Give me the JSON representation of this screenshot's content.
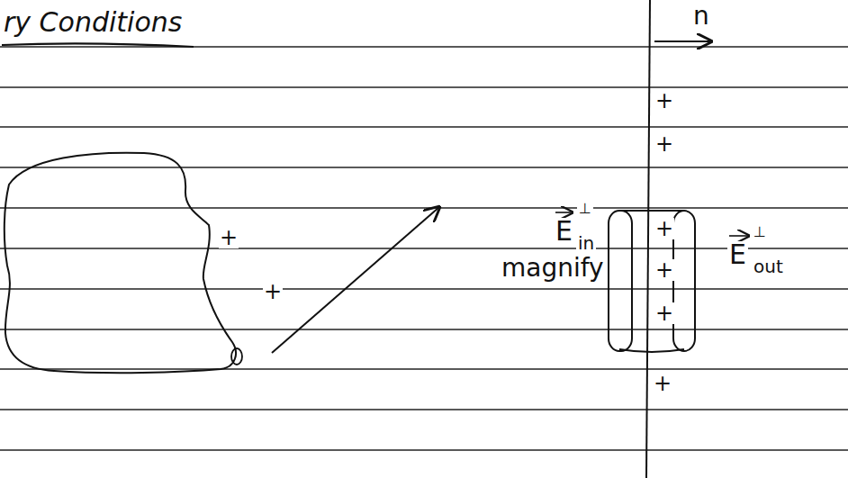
{
  "diagram": {
    "title": "ry Conditions",
    "labels": [
      "n",
      "magnify",
      "E",
      "⊥",
      "in",
      "E",
      "⊥",
      "out",
      "+",
      "+",
      "+",
      "+",
      "+",
      "+",
      "+",
      "+"
    ]
  }
}
